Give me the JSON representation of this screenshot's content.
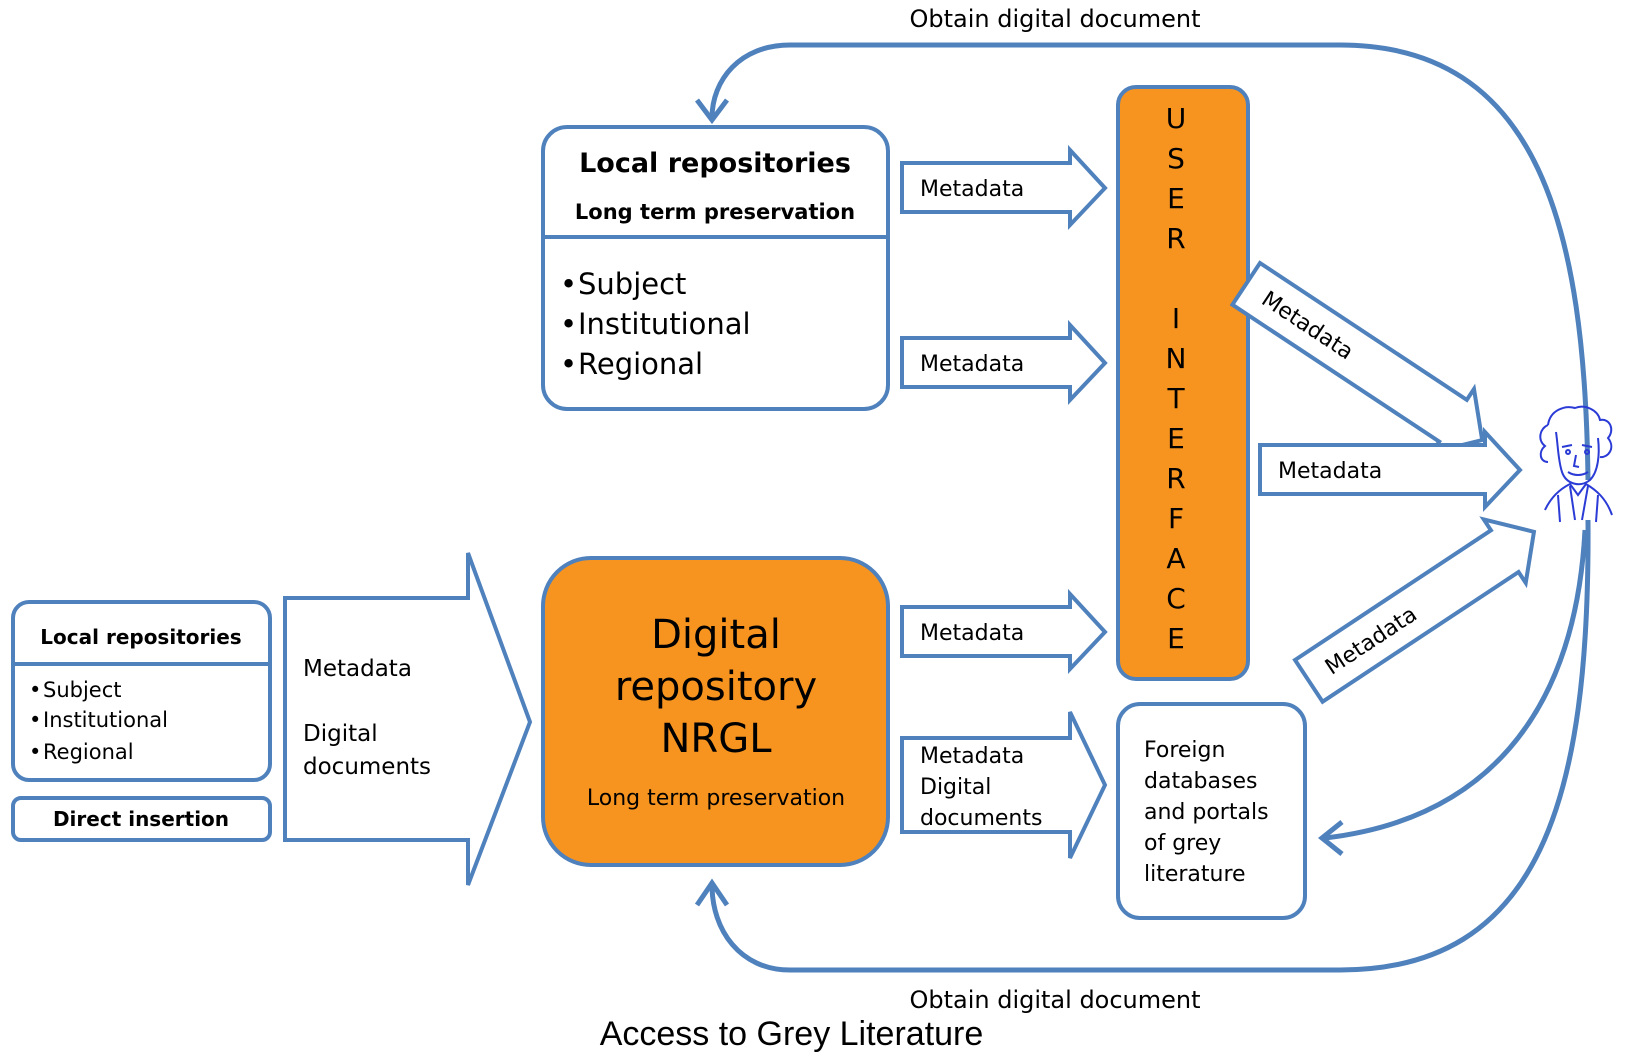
{
  "top_flow_label": "Obtain digital document",
  "bottom_flow_label": "Obtain digital document",
  "caption": "Access to Grey Literature",
  "local_repos_top": {
    "title": "Local repositories",
    "subtitle": "Long term preservation",
    "items": [
      "Subject",
      "Institutional",
      "Regional"
    ]
  },
  "local_repos_left": {
    "title": "Local repositories",
    "items": [
      "Subject",
      "Institutional",
      "Regional"
    ]
  },
  "direct_insertion": "Direct insertion",
  "big_arrow_lines": [
    "Metadata",
    "Digital",
    "documents"
  ],
  "nrgl": {
    "lines": [
      "Digital",
      "repository",
      "NRGL"
    ],
    "subtitle": "Long term preservation"
  },
  "arrows_to_ui": [
    "Metadata",
    "Metadata",
    "Metadata"
  ],
  "arrow_to_foreign_lines": [
    "Metadata",
    "Digital",
    "documents"
  ],
  "user_interface_letters": [
    "U",
    "S",
    "E",
    "R",
    "",
    "I",
    "N",
    "T",
    "E",
    "R",
    "F",
    "A",
    "C",
    "E"
  ],
  "arrows_to_user": [
    "Metadata",
    "Metadata",
    "Metadata"
  ],
  "foreign": {
    "lines": [
      "Foreign",
      "databases",
      "and portals",
      "of grey",
      "literature"
    ]
  },
  "colors": {
    "stroke": "#4f81bd",
    "orange": "#f79420",
    "user_figure": "#2b3bd6"
  }
}
